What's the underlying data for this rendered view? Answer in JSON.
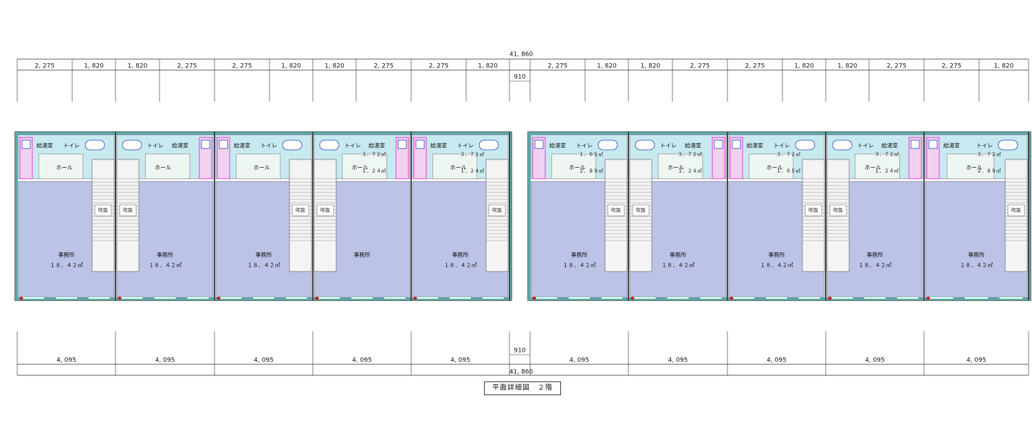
{
  "drawing": {
    "title": "平面詳細図　２階",
    "total_dim": "41, 860",
    "center_gap_dim": "910",
    "top_dims": [
      "2, 275",
      "1, 820",
      "1, 820",
      "2, 275",
      "2, 275",
      "1, 820",
      "1, 820",
      "2, 275",
      "2, 275",
      "1, 820",
      "2, 275",
      "1, 820",
      "1, 820",
      "2, 275",
      "2, 275",
      "1, 820",
      "1, 820",
      "2, 275",
      "2, 275",
      "1, 820"
    ],
    "bottom_dims": [
      "4, 095",
      "4, 095",
      "4, 095",
      "4, 095",
      "4, 095",
      "4, 095",
      "4, 095",
      "4, 095",
      "4, 095",
      "4, 095"
    ]
  },
  "units": [
    {
      "office": "事務所",
      "office_area": "１８．４２㎡",
      "kyuto": "給湯室",
      "toilet": "トイレ",
      "hall": "ホール",
      "void": "吹抜",
      "area_a": "",
      "area_b": ""
    },
    {
      "office": "事務所",
      "office_area": "１８．４２㎡",
      "kyuto": "給湯室",
      "toilet": "トイレ",
      "hall": "ホール",
      "void": "吹抜",
      "area_a": "",
      "area_b": ""
    },
    {
      "office": "事務所",
      "office_area": "１８．４２㎡",
      "kyuto": "給湯室",
      "toilet": "トイレ",
      "hall": "ホール",
      "void": "吹抜",
      "area_a": "",
      "area_b": ""
    },
    {
      "office": "事務所",
      "office_area": "",
      "kyuto": "給湯室",
      "toilet": "トイレ",
      "hall": "ホール",
      "void": "吹抜",
      "area_a": "３．７２㎡",
      "area_b": "１．２４㎡"
    },
    {
      "office": "事務所",
      "office_area": "１８．４２㎡",
      "kyuto": "給湯室",
      "toilet": "トイレ",
      "hall": "ホール",
      "void": "吹抜",
      "area_a": "３．７２㎡",
      "area_b": "１．２４㎡"
    },
    {
      "office": "事務所",
      "office_area": "１８．４２㎡",
      "kyuto": "給湯室",
      "toilet": "トイレ",
      "hall": "ホール",
      "void": "吹抜",
      "area_a": "１．６５㎡",
      "area_b": "２．８９㎡"
    },
    {
      "office": "事務所",
      "office_area": "１８．４２㎡",
      "kyuto": "給湯室",
      "toilet": "トイレ",
      "hall": "ホール",
      "void": "吹抜",
      "area_a": "３．７２㎡",
      "area_b": "１．２４㎡"
    },
    {
      "office": "事務所",
      "office_area": "１８．４２㎡",
      "kyuto": "給湯室",
      "toilet": "トイレ",
      "hall": "ホール",
      "void": "吹抜",
      "area_a": "３．７２㎡",
      "area_b": "１．６５㎡"
    },
    {
      "office": "事務所",
      "office_area": "１８．４２㎡",
      "kyuto": "給湯室",
      "toilet": "トイレ",
      "hall": "ホール",
      "void": "吹抜",
      "area_a": "３．７２㎡",
      "area_b": "１．２４㎡"
    },
    {
      "office": "事務所",
      "office_area": "１８．４２㎡",
      "kyuto": "給湯室",
      "toilet": "トイレ",
      "hall": "ホール",
      "void": "吹抜",
      "area_a": "３．７２㎡",
      "area_b": "２．８９㎡"
    }
  ],
  "colors": {
    "office_fill": "#bcc3e6",
    "service_fill": "#c8e9ef",
    "wall": "#444444",
    "wall_accent": "#5aa8a8",
    "fixture": "#e040d0",
    "dim_line": "#222222"
  }
}
